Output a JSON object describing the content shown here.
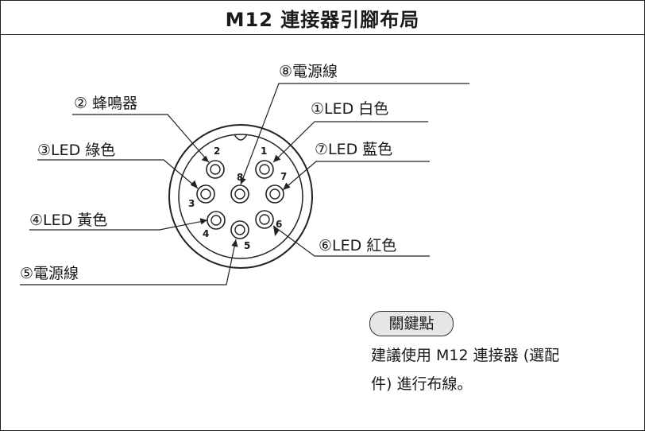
{
  "title": "M12 連接器引腳布局",
  "pins": [
    {
      "num": "1",
      "label": "①LED 白色"
    },
    {
      "num": "2",
      "label": "② 蜂鳴器"
    },
    {
      "num": "3",
      "label": "③LED 綠色"
    },
    {
      "num": "4",
      "label": "④LED 黃色"
    },
    {
      "num": "5",
      "label": "⑤電源線"
    },
    {
      "num": "6",
      "label": "⑥LED 紅色"
    },
    {
      "num": "7",
      "label": "⑦LED 藍色"
    },
    {
      "num": "8",
      "label": "⑧電源線"
    }
  ],
  "key_point": {
    "badge": "關鍵點",
    "text_line1": "建議使用 M12 連接器 (選配",
    "text_line2": "件) 進行布線。"
  }
}
